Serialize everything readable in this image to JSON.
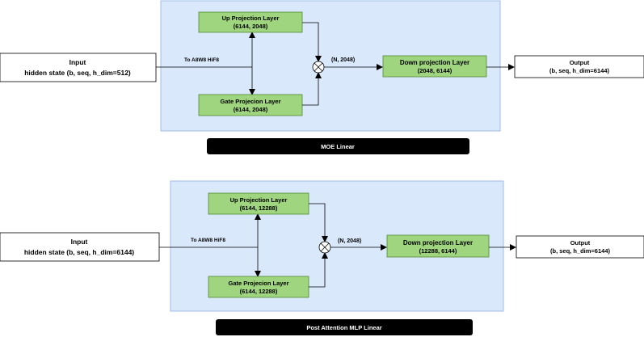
{
  "moe": {
    "input": {
      "line1": "Input",
      "line2": "hidden state (b, seq, h_dim=512)"
    },
    "quant_label": "To A8W8 HiF8",
    "up": {
      "title": "Up Projection Layer",
      "dims": "(6144, 2048)"
    },
    "gate": {
      "title": "Gate Projecion Layer",
      "dims": "(6144, 2048)"
    },
    "mul_label": "(N, 2048)",
    "down": {
      "title": "Down projection Layer",
      "dims": "(2048, 6144)"
    },
    "output": {
      "line1": "Output",
      "line2": "(b, seq, h_dim=6144)"
    },
    "caption": "MOE Linear"
  },
  "mlp": {
    "input": {
      "line1": "Input",
      "line2": "hidden state (b, seq, h_dim=6144)"
    },
    "quant_label": "To A8W8 HiF8",
    "up": {
      "title": "Up Projection Layer",
      "dims": "(6144, 12288)"
    },
    "gate": {
      "title": "Gate Projecion Layer",
      "dims": "(6144, 12288)"
    },
    "mul_label": "(N, 2048)",
    "down": {
      "title": "Down projection Layer",
      "dims": "(12288, 6144)"
    },
    "output": {
      "line1": "Output",
      "line2": "(b, seq, h_dim=6144)"
    },
    "caption": "Post Attention MLP Linear"
  },
  "colors": {
    "container_fill": "#dae8fc",
    "container_stroke": "#9fbde3",
    "layer_fill": "#9ed57e",
    "layer_stroke": "#4e8a2f",
    "caption_fill": "#000000"
  }
}
